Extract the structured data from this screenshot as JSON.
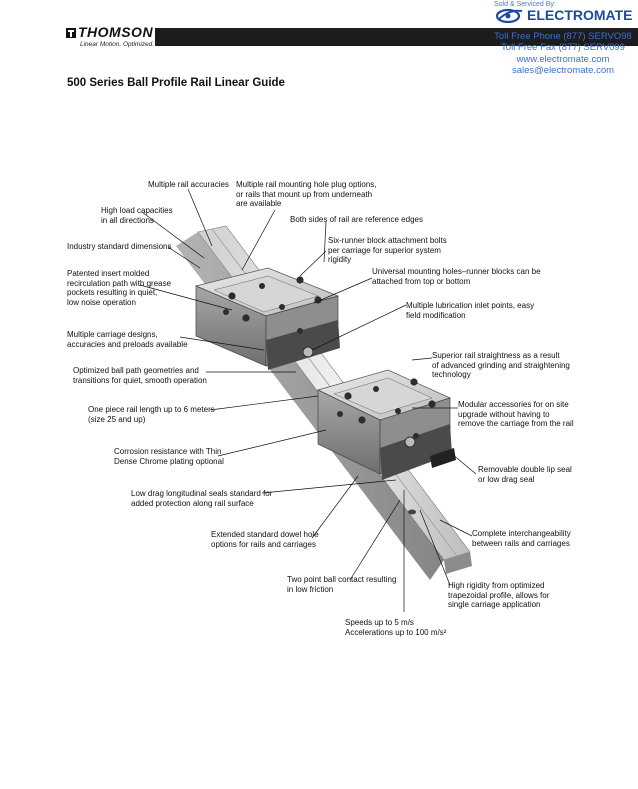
{
  "header": {
    "brand": "THOMSON",
    "tagline": "Linear Motion. Optimized.™",
    "sold_by": "Sold & Serviced By:",
    "distributor": "ELECTROMATE",
    "phone": "Toll Free Phone (877) SERVO98",
    "fax": "Toll Free Fax (877) SERV099",
    "web": "www.electromate.com",
    "email": "sales@electromate.com"
  },
  "title": "500 Series Ball Profile Rail Linear Guide",
  "callouts": [
    "Multiple rail accuracies",
    "Multiple rail mounting hole plug options,\nor rails that mount up from underneath\nare available",
    "High load capacities\nin all directions",
    "Both sides of rail are reference edges",
    "Industry standard dimensions",
    "Six-runner block attachment bolts\nper carriage for superior system\nrigidity",
    "Patented insert molded\nrecirculation path with grease\npockets resulting in quiet,\nlow noise operation",
    "Universal mounting holes–runner blocks can be\nattached from top or bottom",
    "Multiple lubrication inlet points, easy\nfield modification",
    "Multiple carriage designs,\naccuracies and preloads available",
    "Superior rail straightness as a result\nof advanced grinding and straightening\ntechnology",
    "Optimized ball path geometries and\ntransitions for quiet, smooth operation",
    "One piece rail length up to 6 meters\n(size 25 and up)",
    "Modular accessories for on site\nupgrade without having to\nremove the carriage from the rail",
    "Corrosion resistance with Thin\nDense Chrome plating optional",
    "Removable double lip seal\nor low drag seal",
    "Low drag longitudinal seals standard for\nadded protection along rail surface",
    "Complete interchangeability\nbetween rails and carriages",
    "Extended standard dowel hole\noptions for rails and carriages",
    "Two point ball contact resulting\nin low friction",
    "High rigidity from optimized\ntrapezoidal profile, allows for\nsingle carriage application",
    "Speeds up to 5 m/s\nAccelerations up to 100 m/s²"
  ]
}
